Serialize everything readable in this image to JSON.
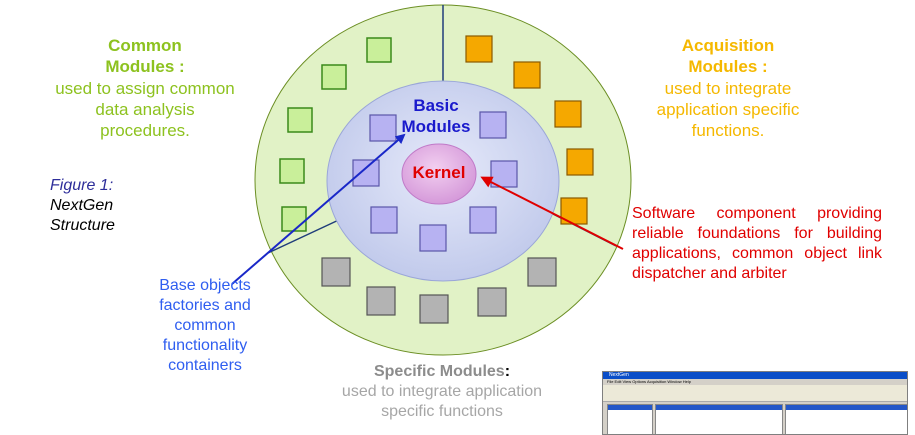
{
  "common": {
    "title": "Common",
    "subtitle": "Modules :",
    "line1": "used to assign common",
    "line2": "data analysis",
    "line3": "procedures."
  },
  "acquisition": {
    "title": "Acquisition",
    "subtitle": "Modules :",
    "line1": "used to integrate",
    "line2": "application specific",
    "line3": "functions."
  },
  "figure": {
    "num": "Figure 1:",
    "line1": "NextGen",
    "line2": "Structure"
  },
  "basic": {
    "line1": "Basic",
    "line2": "Modules"
  },
  "kernel": {
    "label": "Kernel"
  },
  "base_objects": {
    "line1": "Base objects",
    "line2": "factories and",
    "line3": "common",
    "line4": "functionality",
    "line5": "containers"
  },
  "software": {
    "text": "Software component providing reliable foundations for building applications, common object link dispatcher and arbiter"
  },
  "specific": {
    "title": "Specific Modules",
    "colon": ":",
    "line1": "used to integrate application",
    "line2": "specific functions"
  },
  "screenshot": {
    "app_title": "NextGen",
    "menu": "File  Edit  View  Options  Acquisition  Window  Help"
  },
  "colors": {
    "outer_fill": "#e1f2c6",
    "middle_fill": "#cdd4ef",
    "kernel_fill": "#d9a4e0",
    "green": "#8dc21f",
    "orange": "#f5a800",
    "purple": "#b7b2f2",
    "gray": "#b3b3b3",
    "blue_arrow": "#1a28c8",
    "red_arrow": "#e00000"
  }
}
